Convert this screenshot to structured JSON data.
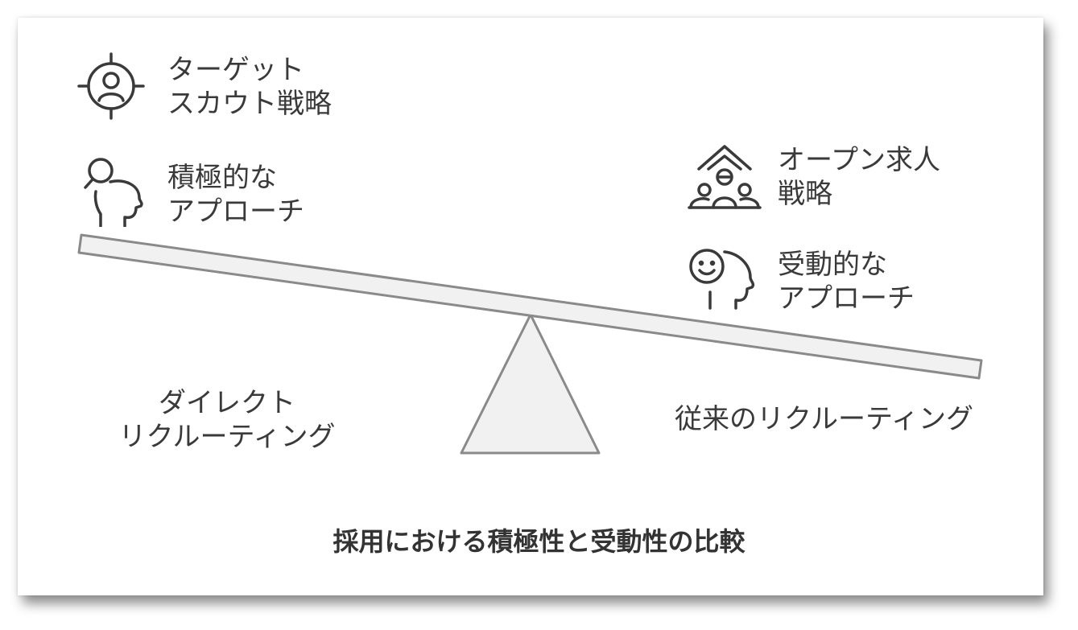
{
  "left": {
    "strategy": {
      "icon": "target-person-icon",
      "line1": "ターゲット",
      "line2": "スカウト戦略"
    },
    "approach": {
      "icon": "head-search-icon",
      "line1": "積極的な",
      "line2": "アプローチ"
    },
    "method": {
      "line1": "ダイレクト",
      "line2": "リクルーティング"
    }
  },
  "right": {
    "strategy": {
      "icon": "house-group-icon",
      "line1": "オープン求人",
      "line2": "戦略"
    },
    "approach": {
      "icon": "smiley-head-icon",
      "line1": "受動的な",
      "line2": "アプローチ"
    },
    "method": {
      "label": "従来のリクルーティング"
    }
  },
  "title": "採用における積極性と受動性の比較",
  "colors": {
    "stroke": "#8a8a8a",
    "fill": "#f1f1f1",
    "icon": "#3a3a3a",
    "text": "#333333"
  }
}
